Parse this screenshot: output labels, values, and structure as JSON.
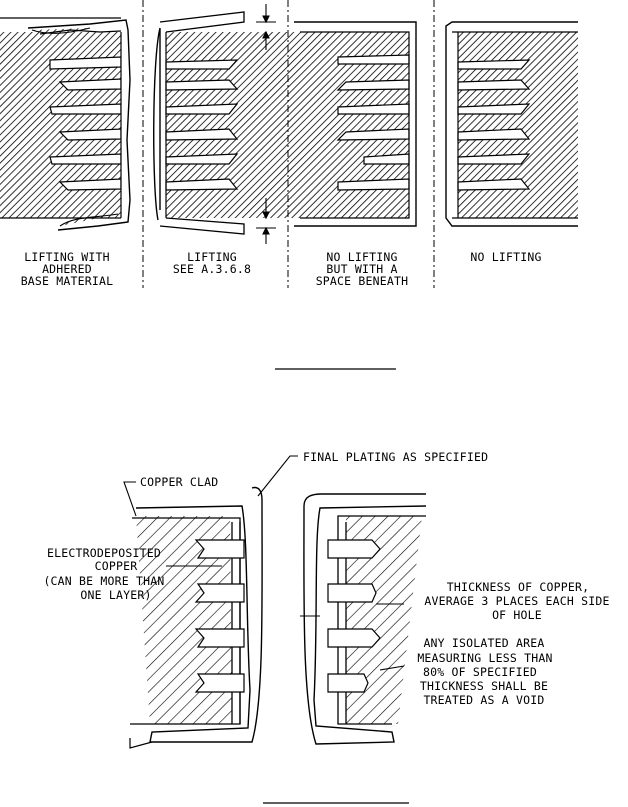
{
  "top_panels": {
    "labels": [
      [
        "LIFTING WITH",
        "ADHERED",
        "BASE MATERIAL"
      ],
      [
        "LIFTING",
        "SEE A.3.6.8"
      ],
      [
        "NO LIFTING",
        "BUT WITH A",
        "SPACE BENEATH"
      ],
      [
        "NO LIFTING"
      ]
    ]
  },
  "bottom_callouts": {
    "final_plating": "FINAL PLATING AS SPECIFIED",
    "copper_clad": "COPPER CLAD",
    "electrodeposited": [
      "ELECTRODEPOSITED",
      "COPPER",
      "(CAN BE MORE THAN",
      "ONE LAYER)"
    ],
    "thickness": [
      "THICKNESS OF COPPER,",
      "AVERAGE 3 PLACES EACH SIDE",
      "OF HOLE"
    ],
    "isolated_area": [
      "ANY ISOLATED AREA",
      "MEASURING LESS THAN",
      "80% OF SPECIFIED",
      "THICKNESS SHALL BE",
      "TREATED AS A VOID"
    ]
  },
  "colors": {
    "ink": "#000000",
    "paper": "#ffffff"
  }
}
